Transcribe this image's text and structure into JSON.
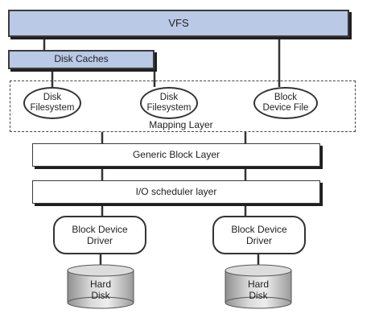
{
  "diagram": {
    "vfs": "VFS",
    "disk_caches": "Disk Caches",
    "mapping_layer": "Mapping Layer",
    "filesystems": [
      {
        "line1": "Disk",
        "line2": "Filesystem"
      },
      {
        "line1": "Disk",
        "line2": "Filesystem"
      },
      {
        "line1": "Block",
        "line2": "Device File"
      }
    ],
    "generic_block_layer": "Generic Block Layer",
    "io_scheduler_layer": "I/O scheduler layer",
    "drivers": [
      {
        "line1": "Block Device",
        "line2": "Driver"
      },
      {
        "line1": "Block Device",
        "line2": "Driver"
      }
    ],
    "disks": [
      {
        "line1": "Hard",
        "line2": "Disk"
      },
      {
        "line1": "Hard",
        "line2": "Disk"
      }
    ]
  },
  "colors": {
    "layer_fill": "#b9c9e6",
    "border": "#333333",
    "disk_dark": "#9a9a9a",
    "disk_light": "#e6e6e6"
  }
}
